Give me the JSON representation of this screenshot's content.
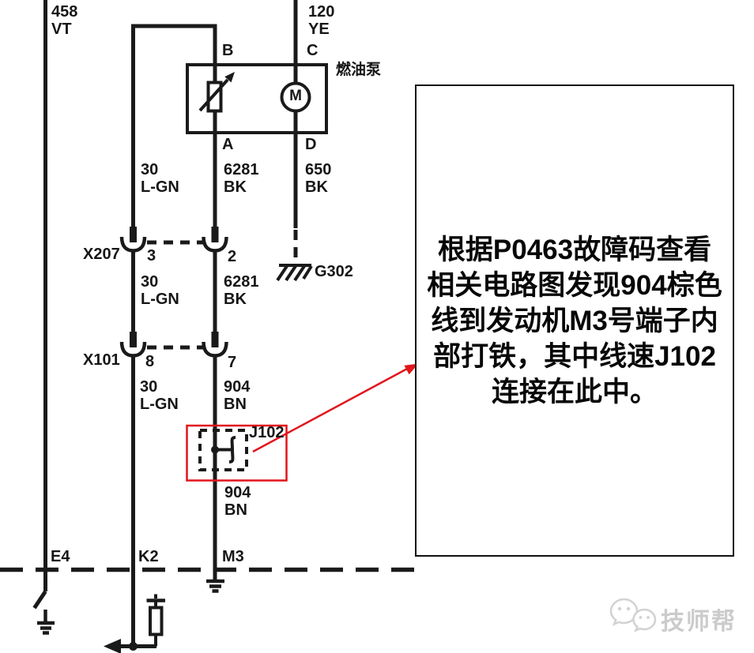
{
  "diagram": {
    "fuel_pump": {
      "label": "燃油泵",
      "motor_letter": "M",
      "terminals": {
        "b": "B",
        "c": "C",
        "a": "A",
        "d": "D"
      }
    },
    "top_wires": {
      "left": {
        "code": "458",
        "color": "VT"
      },
      "right": {
        "code": "120",
        "color": "YE"
      }
    },
    "segment1": {
      "col1": {
        "code": "30",
        "color": "L-GN"
      },
      "col2": {
        "code": "6281",
        "color": "BK"
      },
      "col3": {
        "code": "650",
        "color": "BK"
      }
    },
    "x207": {
      "label": "X207",
      "pin_left": "3",
      "pin_right": "2"
    },
    "ground_g302": {
      "label": "G302"
    },
    "segment2": {
      "col1": {
        "code": "30",
        "color": "L-GN"
      },
      "col2": {
        "code": "6281",
        "color": "BK"
      }
    },
    "x101": {
      "label": "X101",
      "pin_left": "8",
      "pin_right": "7"
    },
    "segment3": {
      "col1": {
        "code": "30",
        "color": "L-GN"
      },
      "col2": {
        "code": "904",
        "color": "BN"
      }
    },
    "splice": {
      "label": "J102"
    },
    "segment4": {
      "col2": {
        "code": "904",
        "color": "BN"
      }
    },
    "ecu_terminals": {
      "e4": "E4",
      "k2": "K2",
      "m3": "M3"
    }
  },
  "annotation": {
    "lines": [
      "根据P0463故障码查看",
      "相关电路图发现904棕色",
      "线到发动机M3号端子内",
      "部打铁，其中线速J102",
      "连接在此中。"
    ]
  },
  "watermark": {
    "brand": "技师帮"
  },
  "colors": {
    "ink": "#1a1a1a",
    "highlight": "#e1151b",
    "watermark": "#cdcdcd"
  }
}
